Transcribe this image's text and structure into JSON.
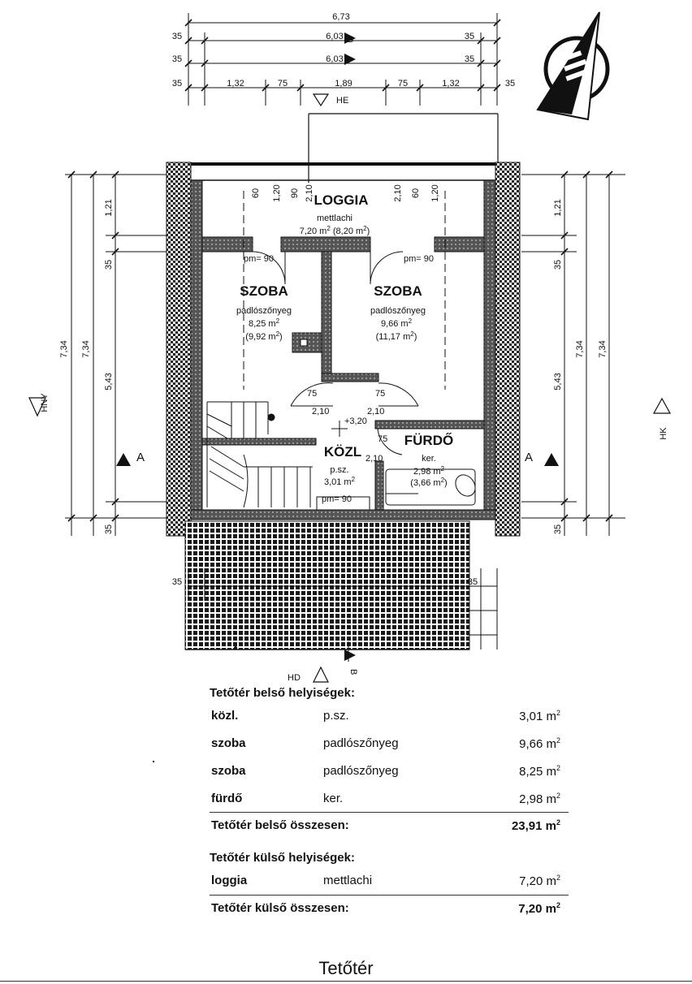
{
  "drawing": {
    "dims_top": {
      "overall": "6,73",
      "row2_left": "35",
      "row2_mid": "6,03",
      "row2_right": "35",
      "row3_left": "35",
      "row3_mid": "6,03",
      "row3_right": "35",
      "row4": [
        "35",
        "1,32",
        "75",
        "1,89",
        "75",
        "1,32",
        "35"
      ]
    },
    "section_markers": {
      "b": "B",
      "he": "HE",
      "hd": "HD",
      "hny": "HNY",
      "hk": "HK",
      "a": "A"
    },
    "dims_left": {
      "outer1": "7,34",
      "outer2": "7,34",
      "seg1": "1,21",
      "seg2": "35",
      "seg3": "5,43",
      "seg4": "35"
    },
    "dims_right": {
      "outer1": "7,34",
      "outer2": "7,34",
      "seg1": "1,21",
      "seg2": "35",
      "seg3": "5,43",
      "seg4": "35"
    },
    "dims_bottom": [
      "35",
      "35"
    ],
    "window_dims": [
      "60",
      "1,20",
      "90",
      "2,10",
      "2,10",
      "60",
      "1,20"
    ],
    "door_dims": [
      "75",
      "2,10",
      "75",
      "2,10",
      "75",
      "2,10"
    ],
    "level": "+3,20",
    "rooms": {
      "loggia": {
        "name": "LOGGIA",
        "material": "mettlachi",
        "area": "7,20 m",
        "area_gross": "(8,20 m"
      },
      "szoba_left": {
        "name": "SZOBA",
        "material": "padlószőnyeg",
        "area": "8,25 m",
        "area_gross": "(9,92 m",
        "door": "pm= 90"
      },
      "szoba_right": {
        "name": "SZOBA",
        "material": "padlószőnyeg",
        "area": "9,66 m",
        "area_gross": "(11,17 m",
        "door": "pm= 90"
      },
      "kozl": {
        "name": "KÖZL",
        "material": "p.sz.",
        "area": "3,01 m",
        "door": "pm= 90"
      },
      "furdo": {
        "name": "FÜRDŐ",
        "material": "ker.",
        "area": "2,98 m",
        "area_gross": "(3,66 m"
      }
    }
  },
  "table": {
    "inner_heading": "Tetőtér  belső helyiségek:",
    "inner_rows": [
      {
        "name": "közl.",
        "material": "p.sz.",
        "area": "3,01 m"
      },
      {
        "name": "szoba",
        "material": "padlószőnyeg",
        "area": "9,66 m"
      },
      {
        "name": "szoba",
        "material": "padlószőnyeg",
        "area": "8,25 m"
      },
      {
        "name": "fürdő",
        "material": "ker.",
        "area": "2,98 m"
      }
    ],
    "inner_total_label": "Tetőtér  belső összesen:",
    "inner_total_value": "23,91 m",
    "outer_heading": "Tetőtér külső helyiségek:",
    "outer_rows": [
      {
        "name": "loggia",
        "material": "mettlachi",
        "area": "7,20 m"
      }
    ],
    "outer_total_label": "Tetőtér külső összesen:",
    "outer_total_value": "7,20 m",
    "sup": "2"
  },
  "caption": "Tetőtér"
}
